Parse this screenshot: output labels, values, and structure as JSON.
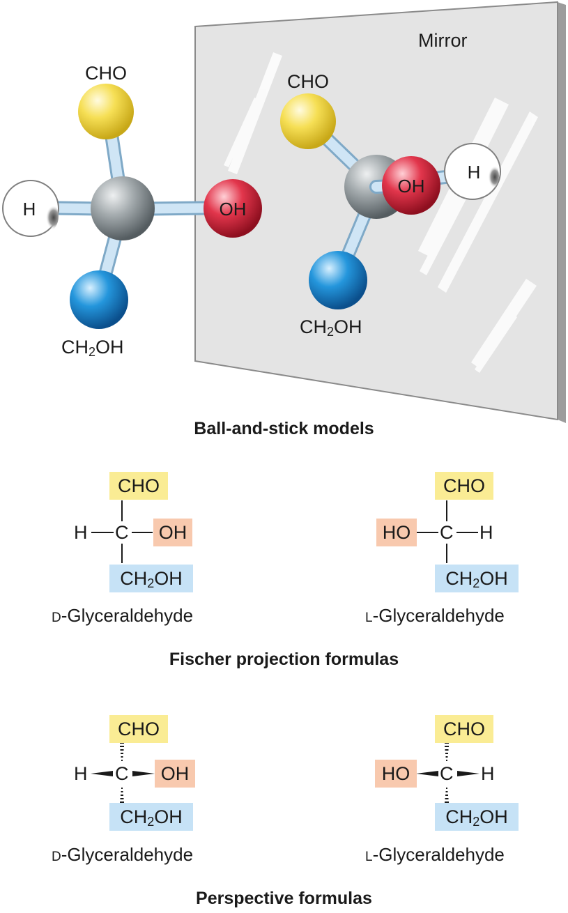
{
  "ball_and_stick": {
    "mirror_label": "Mirror",
    "left_model": {
      "top": "CHO",
      "left": "H",
      "right": "OH",
      "bottom_main": "CH",
      "bottom_sub": "2",
      "bottom_tail": "OH"
    },
    "right_model": {
      "top": "CHO",
      "front": "OH",
      "right": "H",
      "bottom_main": "CH",
      "bottom_sub": "2",
      "bottom_tail": "OH"
    },
    "caption": "Ball-and-stick models"
  },
  "fischer": {
    "d": {
      "top": "CHO",
      "left": "H",
      "center": "C",
      "right": "OH",
      "bottom_main": "CH",
      "bottom_sub": "2",
      "bottom_tail": "OH",
      "name_prefix": "D",
      "name_rest": "-Glyceraldehyde"
    },
    "l": {
      "top": "CHO",
      "left": "HO",
      "center": "C",
      "right": "H",
      "bottom_main": "CH",
      "bottom_sub": "2",
      "bottom_tail": "OH",
      "name_prefix": "L",
      "name_rest": "-Glyceraldehyde"
    },
    "caption": "Fischer projection formulas"
  },
  "perspective": {
    "d": {
      "top": "CHO",
      "left": "H",
      "center": "C",
      "right": "OH",
      "bottom_main": "CH",
      "bottom_sub": "2",
      "bottom_tail": "OH",
      "name_prefix": "D",
      "name_rest": "-Glyceraldehyde"
    },
    "l": {
      "top": "CHO",
      "left": "HO",
      "center": "C",
      "right": "H",
      "bottom_main": "CH",
      "bottom_sub": "2",
      "bottom_tail": "OH",
      "name_prefix": "L",
      "name_rest": "-Glyceraldehyde"
    },
    "caption": "Perspective formulas"
  },
  "colors": {
    "cho_highlight": "#faec94",
    "oh_highlight": "#f8c9ae",
    "ch2oh_highlight": "#c6e2f6",
    "carbon_ball": "#8a9296",
    "cho_ball": "#f5dc4a",
    "oh_ball": "#d9243a",
    "ch2oh_ball": "#1f8fd6",
    "h_ball": "#ffffff",
    "bond": "#c3ddf0",
    "mirror": "#e2e2e2"
  }
}
